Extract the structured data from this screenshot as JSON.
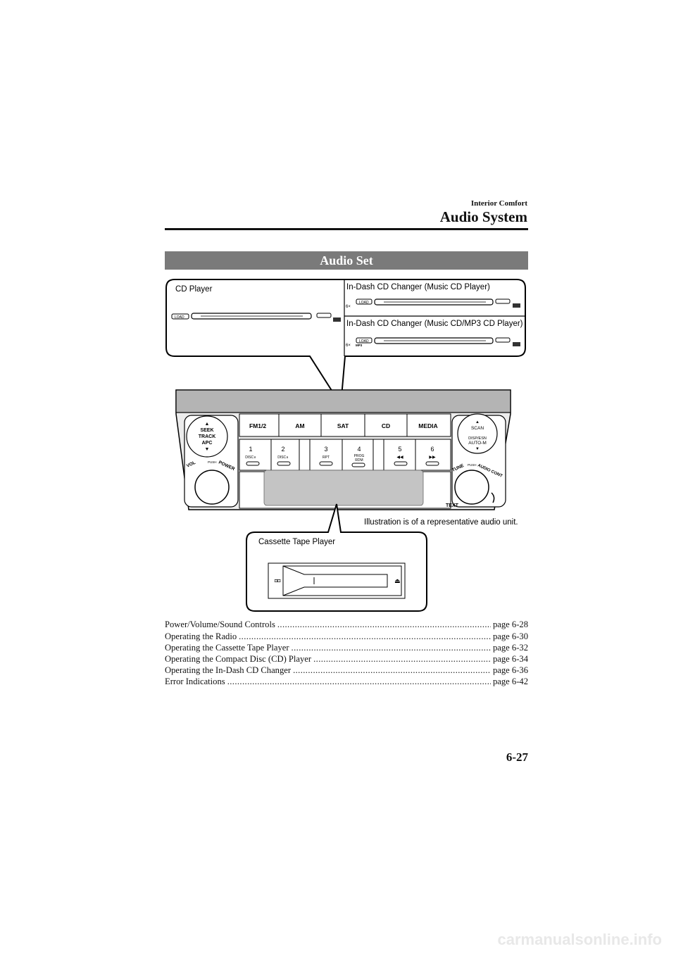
{
  "header": {
    "kicker": "Interior Comfort",
    "title": "Audio System"
  },
  "section": {
    "banner": "Audio Set"
  },
  "illustration": {
    "cd_player_label": "CD Player",
    "changer_music_label": "In-Dash CD Changer (Music CD Player)",
    "changer_mp3_label": "In-Dash CD Changer (Music CD/MP3 CD Player)",
    "caption": "Illustration is of a representative audio unit.",
    "cassette_label": "Cassette Tape Player",
    "load_label": "LOAD",
    "mp3_badge": "MP3",
    "changer_icon_text": "6×",
    "panel": {
      "seek": [
        "SEEK",
        "TRACK",
        "APC"
      ],
      "volume": "VOL",
      "push": "PUSH",
      "power": "POWER",
      "sources": [
        "FM1/2",
        "AM",
        "SAT",
        "CD",
        "MEDIA"
      ],
      "scan": "SCAN",
      "disp": [
        "DISP/ESN",
        "AUTO-M"
      ],
      "presets": [
        {
          "num": "1",
          "sub": "DISC∨"
        },
        {
          "num": "2",
          "sub": "DISC∧"
        },
        {
          "num": "3",
          "sub": "RPT"
        },
        {
          "num": "4",
          "sub": "PROG",
          "sub2": "RDM"
        },
        {
          "num": "5",
          "sub": "◀◀"
        },
        {
          "num": "6",
          "sub": "▶▶"
        }
      ],
      "tune": "TUNE",
      "audio_control": "AUDIO CONT",
      "text": "TEXT"
    }
  },
  "toc": [
    {
      "title": "Power/Volume/Sound Controls",
      "page": "page 6-28"
    },
    {
      "title": "Operating the Radio",
      "page": "page 6-30"
    },
    {
      "title": "Operating the Cassette Tape Player",
      "page": "page 6-32"
    },
    {
      "title": "Operating the Compact Disc (CD) Player",
      "page": "page 6-34"
    },
    {
      "title": "Operating the In-Dash CD Changer",
      "page": "page 6-36"
    },
    {
      "title": "Error Indications",
      "page": "page 6-42"
    }
  ],
  "page_number": "6-27",
  "footer": {
    "site": "carmanualsonline.info"
  }
}
